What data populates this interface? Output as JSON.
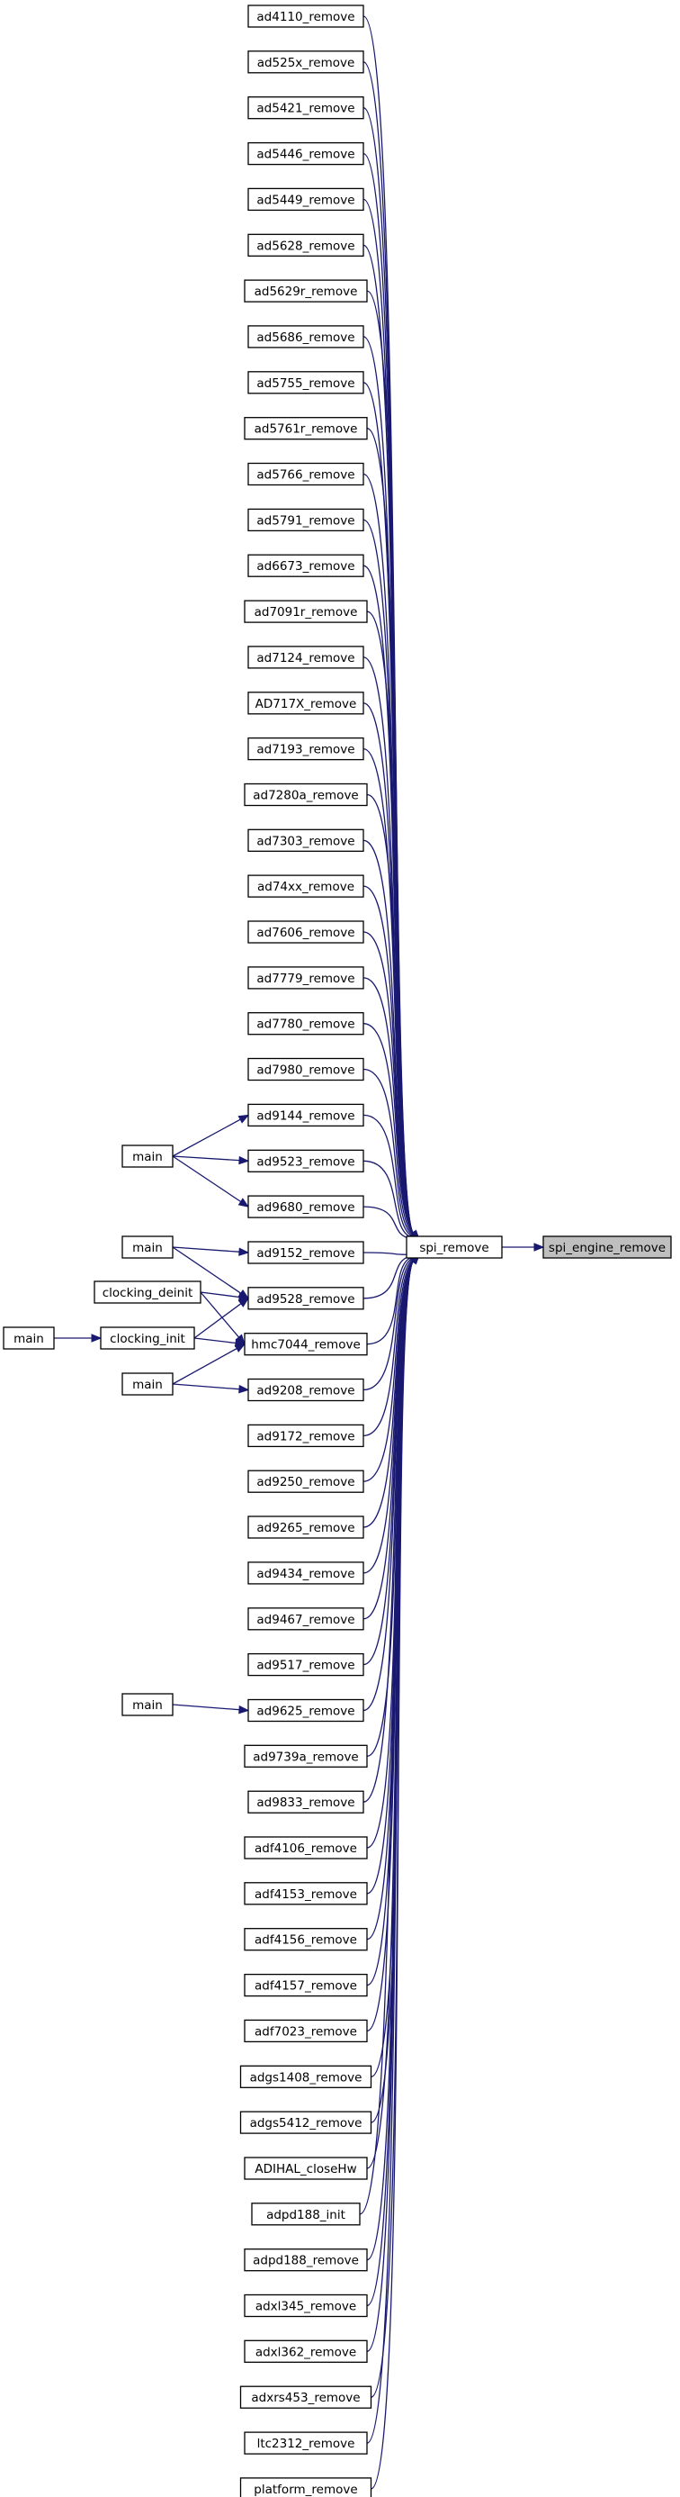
{
  "graph": {
    "focus": "spi_engine_remove",
    "hub": "spi_remove",
    "colors": {
      "edge": "#191970",
      "node_border": "#000000",
      "focus_fill": "#bfbfbf",
      "node_fill": "#ffffff"
    },
    "callers": [
      "ad4110_remove",
      "ad525x_remove",
      "ad5421_remove",
      "ad5446_remove",
      "ad5449_remove",
      "ad5628_remove",
      "ad5629r_remove",
      "ad5686_remove",
      "ad5755_remove",
      "ad5761r_remove",
      "ad5766_remove",
      "ad5791_remove",
      "ad6673_remove",
      "ad7091r_remove",
      "ad7124_remove",
      "AD717X_remove",
      "ad7193_remove",
      "ad7280a_remove",
      "ad7303_remove",
      "ad74xx_remove",
      "ad7606_remove",
      "ad7779_remove",
      "ad7780_remove",
      "ad7980_remove",
      "ad9144_remove",
      "ad9523_remove",
      "ad9680_remove",
      "ad9152_remove",
      "ad9528_remove",
      "hmc7044_remove",
      "ad9208_remove",
      "ad9172_remove",
      "ad9250_remove",
      "ad9265_remove",
      "ad9434_remove",
      "ad9467_remove",
      "ad9517_remove",
      "ad9625_remove",
      "ad9739a_remove",
      "ad9833_remove",
      "adf4106_remove",
      "adf4153_remove",
      "adf4156_remove",
      "adf4157_remove",
      "adf7023_remove",
      "adgs1408_remove",
      "adgs5412_remove",
      "ADIHAL_closeHw",
      "adpd188_init",
      "adpd188_remove",
      "adxl345_remove",
      "adxl362_remove",
      "adxrs453_remove",
      "ltc2312_remove",
      "platform_remove"
    ],
    "upstream": [
      {
        "id": "main_a",
        "label": "main",
        "targets": [
          "ad9144_remove",
          "ad9523_remove",
          "ad9680_remove"
        ]
      },
      {
        "id": "main_b",
        "label": "main",
        "targets": [
          "ad9152_remove",
          "ad9528_remove"
        ]
      },
      {
        "id": "clocking_deinit",
        "label": "clocking_deinit",
        "targets": [
          "ad9528_remove",
          "hmc7044_remove"
        ]
      },
      {
        "id": "clocking_init",
        "label": "clocking_init",
        "targets": [
          "ad9528_remove",
          "hmc7044_remove"
        ]
      },
      {
        "id": "main_c",
        "label": "main",
        "targets": [
          "clocking_init"
        ]
      },
      {
        "id": "main_d",
        "label": "main",
        "targets": [
          "ad9208_remove",
          "hmc7044_remove"
        ]
      },
      {
        "id": "main_e",
        "label": "main",
        "targets": [
          "ad9625_remove"
        ]
      }
    ]
  }
}
